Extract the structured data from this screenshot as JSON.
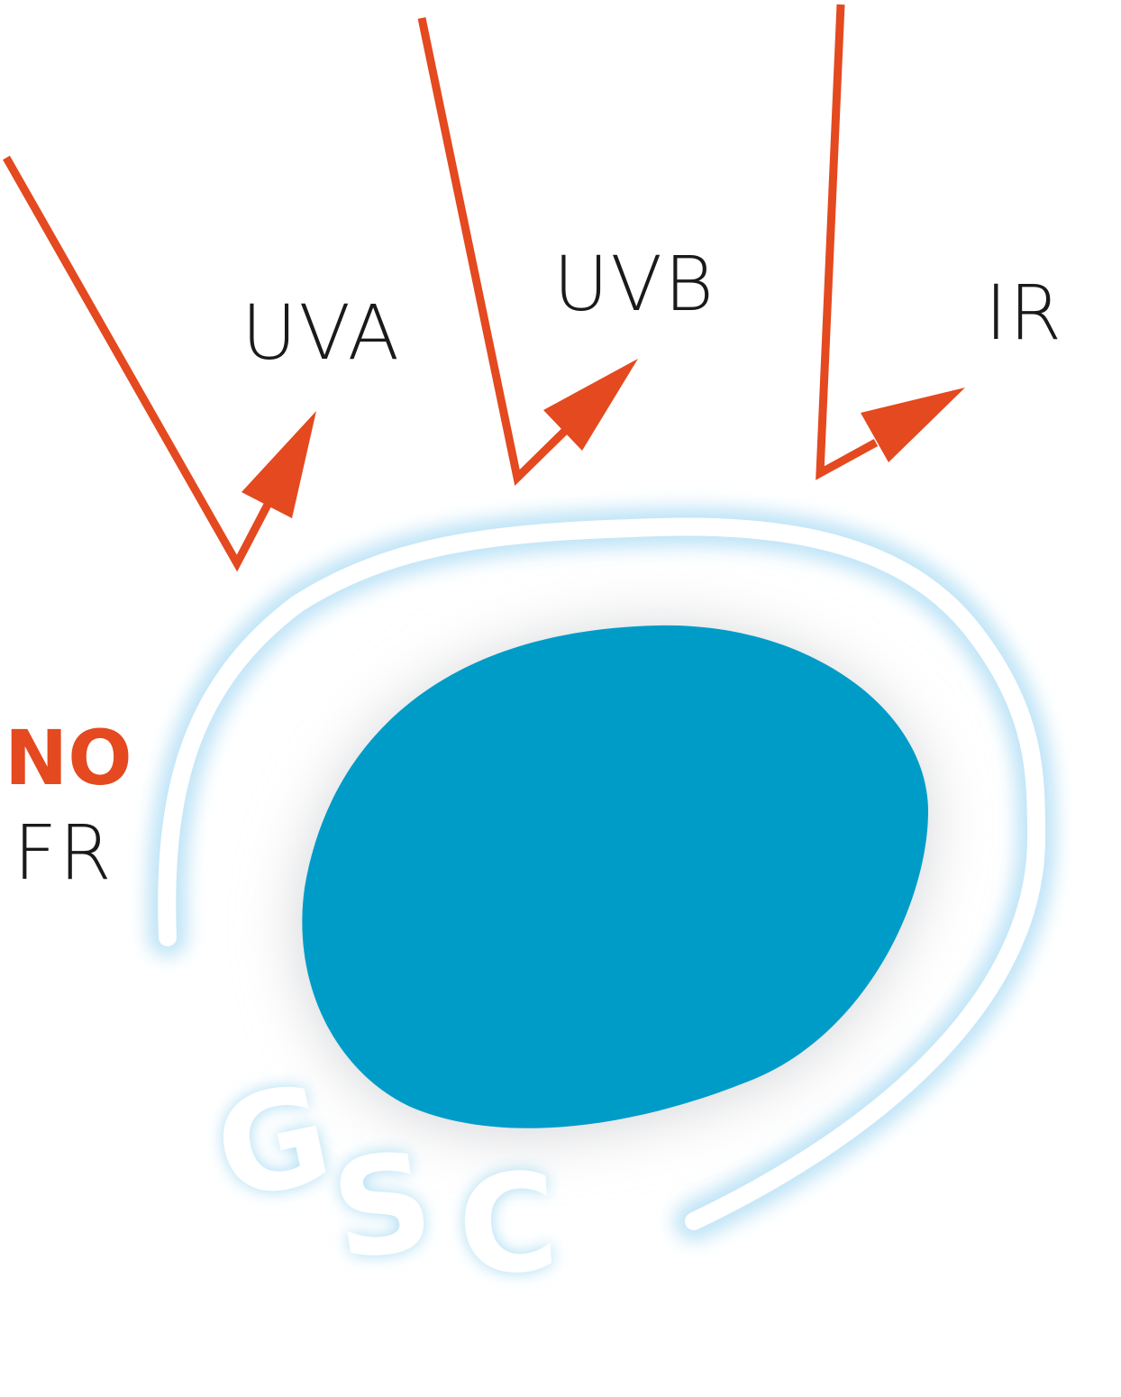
{
  "colors": {
    "ray": "#e4491f",
    "cell": "#009cc8",
    "membrane": "#ffffff",
    "glow": "#bfe4f7",
    "text": "#1a1a1a",
    "no": "#e4491f"
  },
  "rays": [
    {
      "id": "uva",
      "label": "UVA"
    },
    {
      "id": "uvb",
      "label": "UVB"
    },
    {
      "id": "ir",
      "label": "IR"
    }
  ],
  "no_label": "NO",
  "fr_label": "FR",
  "gsc_letters": [
    "G",
    "S",
    "C"
  ]
}
